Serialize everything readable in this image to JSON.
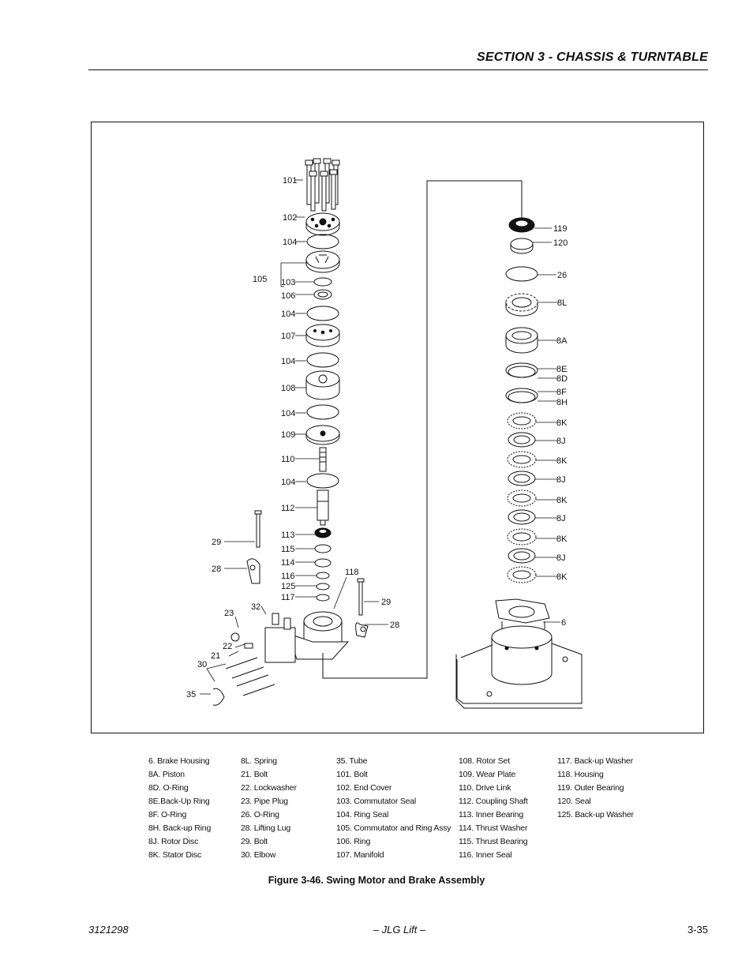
{
  "header": {
    "section_title": "SECTION 3 - CHASSIS & TURNTABLE"
  },
  "figure": {
    "callouts": {
      "c101": "101",
      "c102": "102",
      "c104a": "104",
      "c105": "105",
      "c103": "103",
      "c106": "106",
      "c104b": "104",
      "c107": "107",
      "c104c": "104",
      "c108": "108",
      "c104d": "104",
      "c109": "109",
      "c110": "110",
      "c104e": "104",
      "c112": "112",
      "c113": "113",
      "c115": "115",
      "c114": "114",
      "c116": "116",
      "c125": "125",
      "c117": "117",
      "c118": "118",
      "c29a": "29",
      "c28a": "28",
      "c29b": "29",
      "c28b": "28",
      "c23": "23",
      "c32": "32",
      "c22": "22",
      "c21": "21",
      "c30": "30",
      "c35": "35",
      "c119": "119",
      "c120": "120",
      "c26": "26",
      "c8L": "8L",
      "c8A": "8A",
      "c8E": "8E",
      "c8D": "8D",
      "c8F": "8F",
      "c8H": "8H",
      "c8K1": "8K",
      "c8J1": "8J",
      "c8K2": "8K",
      "c8J2": "8J",
      "c8K3": "8K",
      "c8J3": "8J",
      "c8K4": "8K",
      "c8J4": "8J",
      "c8K5": "8K",
      "c6": "6"
    },
    "caption": "Figure 3-46.  Swing Motor and Brake Assembly"
  },
  "legend": {
    "col1": [
      "6. Brake Housing",
      "8A. Piston",
      "8D. O-Ring",
      "8E.Back-Up Ring",
      "8F. O-Ring",
      "8H. Back-up Ring",
      "8J. Rotor Disc",
      "8K. Stator Disc"
    ],
    "col2": [
      "8L.  Spring",
      "21. Bolt",
      "22.  Lockwasher",
      "23. Pipe Plug",
      "26. O-Ring",
      "28. Lifting Lug",
      "29. Bolt",
      "30. Elbow"
    ],
    "col3": [
      "35. Tube",
      "101. Bolt",
      "102. End Cover",
      "103. Commutator Seal",
      "104. Ring Seal",
      "105. Commutator and Ring Assy",
      "106. Ring",
      "107. Manifold"
    ],
    "col4": [
      "108. Rotor Set",
      "109. Wear Plate",
      "110. Drive Link",
      "112. Coupling Shaft",
      "113. Inner Bearing",
      "114. Thrust Washer",
      "115. Thrust Bearing",
      "116. Inner Seal"
    ],
    "col5": [
      "117. Back-up Washer",
      "118. Housing",
      "119. Outer Bearing",
      "120. Seal",
      "125. Back-up Washer"
    ]
  },
  "footer": {
    "doc_number": "3121298",
    "center": "– JLG Lift –",
    "page": "3-35"
  }
}
